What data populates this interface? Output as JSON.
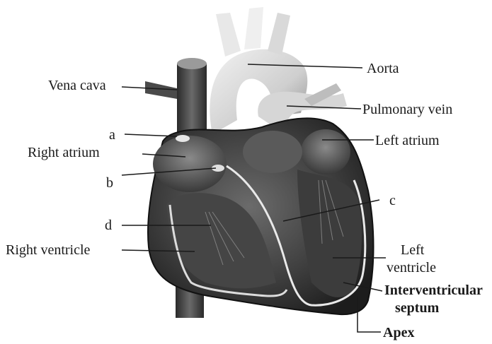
{
  "diagram": {
    "labels": {
      "vena_cava": "Vena cava",
      "a": "a",
      "right_atrium": "Right atrium",
      "b": "b",
      "d": "d",
      "right_ventricle": "Right ventricle",
      "aorta": "Aorta",
      "pulmonary_vein": "Pulmonary vein",
      "left_atrium": "Left atrium",
      "c": "c",
      "left_ventricle_line1": "Left",
      "left_ventricle_line2": "ventricle",
      "interventricular_line1": "Interventricular",
      "interventricular_line2": "septum",
      "apex": "Apex"
    }
  }
}
